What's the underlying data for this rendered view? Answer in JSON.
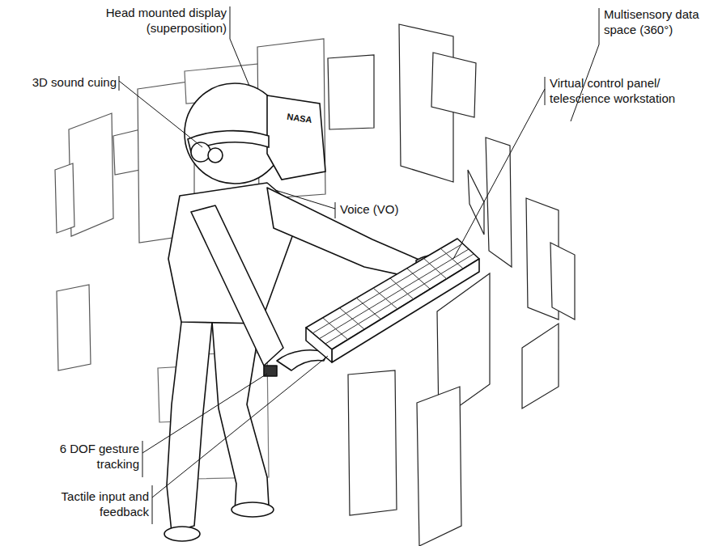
{
  "diagram": {
    "labels": [
      "Head mounted display (superposition)",
      "3D sound cuing",
      "Multisensory data space (360°)",
      "Virtual control panel/ telescience workstation",
      "Voice (VO)",
      "6 DOF gesture tracking",
      "Tactile input and feedback",
      "NASA"
    ]
  }
}
